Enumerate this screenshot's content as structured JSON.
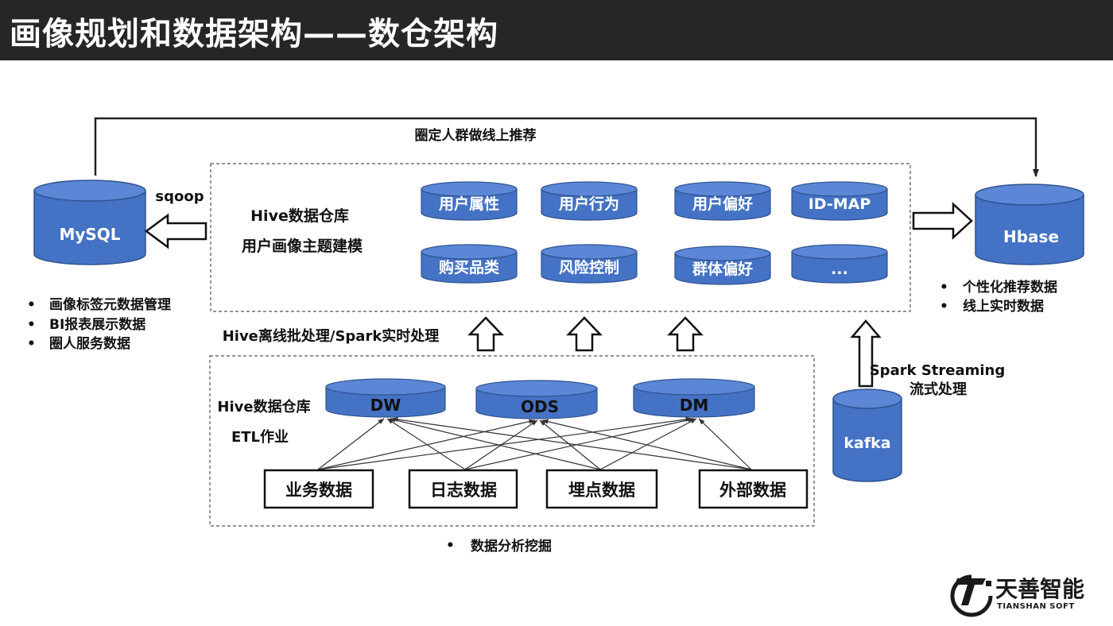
{
  "title": "画像规划和数据架构——数仓架构",
  "top_link_label": "圈定人群做线上推荐",
  "mysql": {
    "label": "MySQL",
    "sqoop_label": "sqoop",
    "bullets": [
      "画像标签元数据管理",
      "BI报表展示数据",
      "圈人服务数据"
    ]
  },
  "hive_upper": {
    "title_line1": "Hive数据仓库",
    "title_line2": "用户画像主题建模",
    "cylinders": [
      "用户属性",
      "用户行为",
      "用户偏好",
      "ID-MAP",
      "购买品类",
      "风险控制",
      "群体偏好",
      "..."
    ]
  },
  "hbase": {
    "label": "Hbase",
    "bullets": [
      "个性化推荐数据",
      "线上实时数据"
    ]
  },
  "processing_label": "Hive离线批处理/Spark实时处理",
  "hive_lower": {
    "title_line1": "Hive数据仓库",
    "title_line2": "ETL作业",
    "cylinders": [
      "DW",
      "ODS",
      "DM"
    ],
    "sources": [
      "业务数据",
      "日志数据",
      "埋点数据",
      "外部数据"
    ]
  },
  "kafka": {
    "label": "kafka",
    "stream_line1": "Spark Streaming",
    "stream_line2": "流式处理"
  },
  "bottom_bullet": "数据分析挖掘",
  "brand": {
    "name_cn": "天善智能",
    "name_en": "TIANSHAN SOFT"
  },
  "colors": {
    "cylinder_fill": "#4472C4",
    "cylinder_top": "#5B87D6",
    "cylinder_stroke": "#2F528F",
    "title_bar": "#262626"
  }
}
